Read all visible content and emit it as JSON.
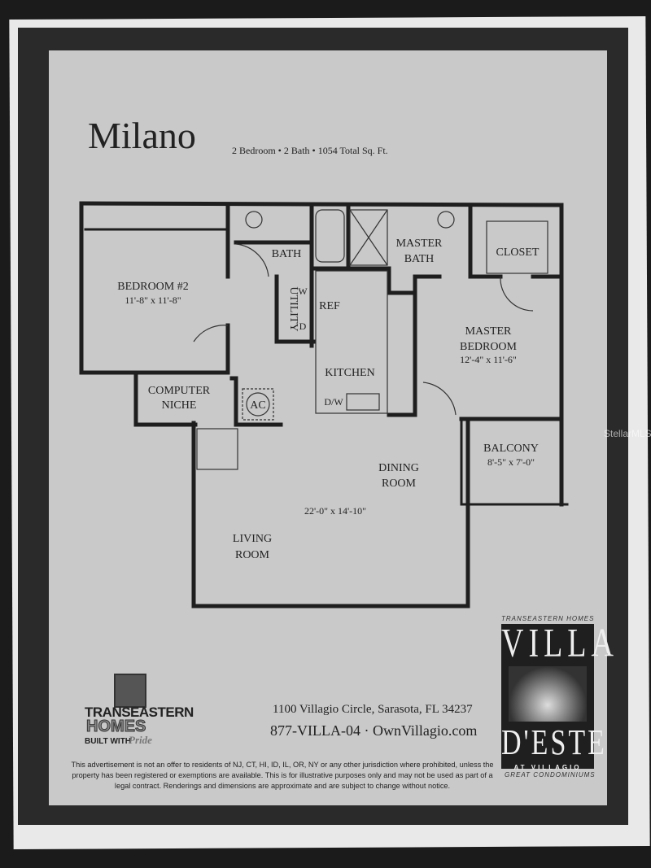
{
  "plan": {
    "title": "Milano",
    "subtitle": "2 Bedroom • 2 Bath • 1054 Total Sq. Ft.",
    "rooms": {
      "bedroom2": {
        "label": "BEDROOM #2",
        "dims": "11'-8\" x 11'-8\""
      },
      "bath": {
        "label": "BATH"
      },
      "master_bath": {
        "label1": "MASTER",
        "label2": "BATH"
      },
      "closet": {
        "label": "CLOSET"
      },
      "utility": {
        "label": "UTILITY",
        "w": "W",
        "d": "D"
      },
      "ref": {
        "label": "REF"
      },
      "kitchen": {
        "label": "KITCHEN",
        "dw": "D/W"
      },
      "master_bedroom": {
        "label1": "MASTER",
        "label2": "BEDROOM",
        "dims": "12'-4\" x 11'-6\""
      },
      "computer_niche": {
        "label1": "COMPUTER",
        "label2": "NICHE"
      },
      "ac": {
        "label": "AC"
      },
      "balcony": {
        "label": "BALCONY",
        "dims": "8'-5\" x 7'-0\""
      },
      "dining": {
        "label1": "DINING",
        "label2": "ROOM"
      },
      "living_dining_dims": "22'-0\" x 14'-10\"",
      "living": {
        "label1": "LIVING",
        "label2": "ROOM"
      }
    }
  },
  "footer": {
    "address": "1100 Villagio Circle, Sarasota, FL 34237",
    "contact": "877-VILLA-04 · OwnVillagio.com",
    "disclaimer": "This advertisement is not an offer to residents of NJ, CT, HI, ID, IL, OR, NY or any other jurisdiction where prohibited, unless the property has been registered or exemptions are available. This is for illustrative purposes only and may not be used as part of a legal contract. Renderings and dimensions are approximate and are subject to change without notice."
  },
  "builder_logo": {
    "line1": "TRANSEASTERN",
    "line2": "HOMES",
    "line3": "BUILT WITH",
    "line4": "Pride"
  },
  "community_logo": {
    "top": "TRANSEASTERN HOMES",
    "name1": "VILLA",
    "name2": "D'ESTE",
    "sub": "AT VILLAGIO",
    "bottom": "GREAT CONDOMINIUMS"
  },
  "watermark": "StellarMLS",
  "colors": {
    "paper": "#c9c9c9",
    "walls": "#1e1e1e",
    "frame": "#2a2a2a"
  }
}
